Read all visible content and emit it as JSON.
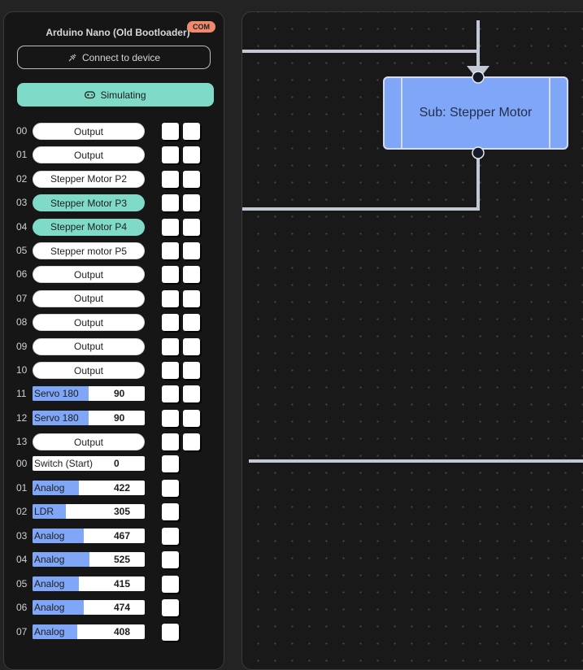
{
  "device": {
    "name": "Arduino Nano (Old Bootloader)",
    "badge": "COM"
  },
  "buttons": {
    "connect": "Connect to device",
    "simulating": "Simulating"
  },
  "digital_pins": [
    {
      "num": "00",
      "label": "Output",
      "active": false
    },
    {
      "num": "01",
      "label": "Output",
      "active": false
    },
    {
      "num": "02",
      "label": "Stepper Motor P2",
      "active": false
    },
    {
      "num": "03",
      "label": "Stepper Motor P3",
      "active": true
    },
    {
      "num": "04",
      "label": "Stepper Motor P4",
      "active": true
    },
    {
      "num": "05",
      "label": "Stepper motor P5",
      "active": false
    },
    {
      "num": "06",
      "label": "Output",
      "active": false
    },
    {
      "num": "07",
      "label": "Output",
      "active": false
    },
    {
      "num": "08",
      "label": "Output",
      "active": false
    },
    {
      "num": "09",
      "label": "Output",
      "active": false
    },
    {
      "num": "10",
      "label": "Output",
      "active": false
    },
    {
      "num": "11",
      "label": "Servo 180",
      "value": "90",
      "level": 0.5
    },
    {
      "num": "12",
      "label": "Servo 180",
      "value": "90",
      "level": 0.5
    },
    {
      "num": "13",
      "label": "Output",
      "active": false
    }
  ],
  "analog_pins": [
    {
      "num": "00",
      "label": "Switch (Start)",
      "value": "0",
      "level": 0
    },
    {
      "num": "01",
      "label": "Analog",
      "value": "422",
      "level": 0.41
    },
    {
      "num": "02",
      "label": "LDR",
      "value": "305",
      "level": 0.3
    },
    {
      "num": "03",
      "label": "Analog",
      "value": "467",
      "level": 0.46
    },
    {
      "num": "04",
      "label": "Analog",
      "value": "525",
      "level": 0.51
    },
    {
      "num": "05",
      "label": "Analog",
      "value": "415",
      "level": 0.41
    },
    {
      "num": "06",
      "label": "Analog",
      "value": "474",
      "level": 0.46
    },
    {
      "num": "07",
      "label": "Analog",
      "value": "408",
      "level": 0.4
    }
  ],
  "canvas": {
    "block_label": "Sub: Stepper Motor"
  },
  "colors": {
    "accent_teal": "#7fdbc8",
    "block_blue": "#7fa6f7",
    "badge": "#f08a6c"
  }
}
